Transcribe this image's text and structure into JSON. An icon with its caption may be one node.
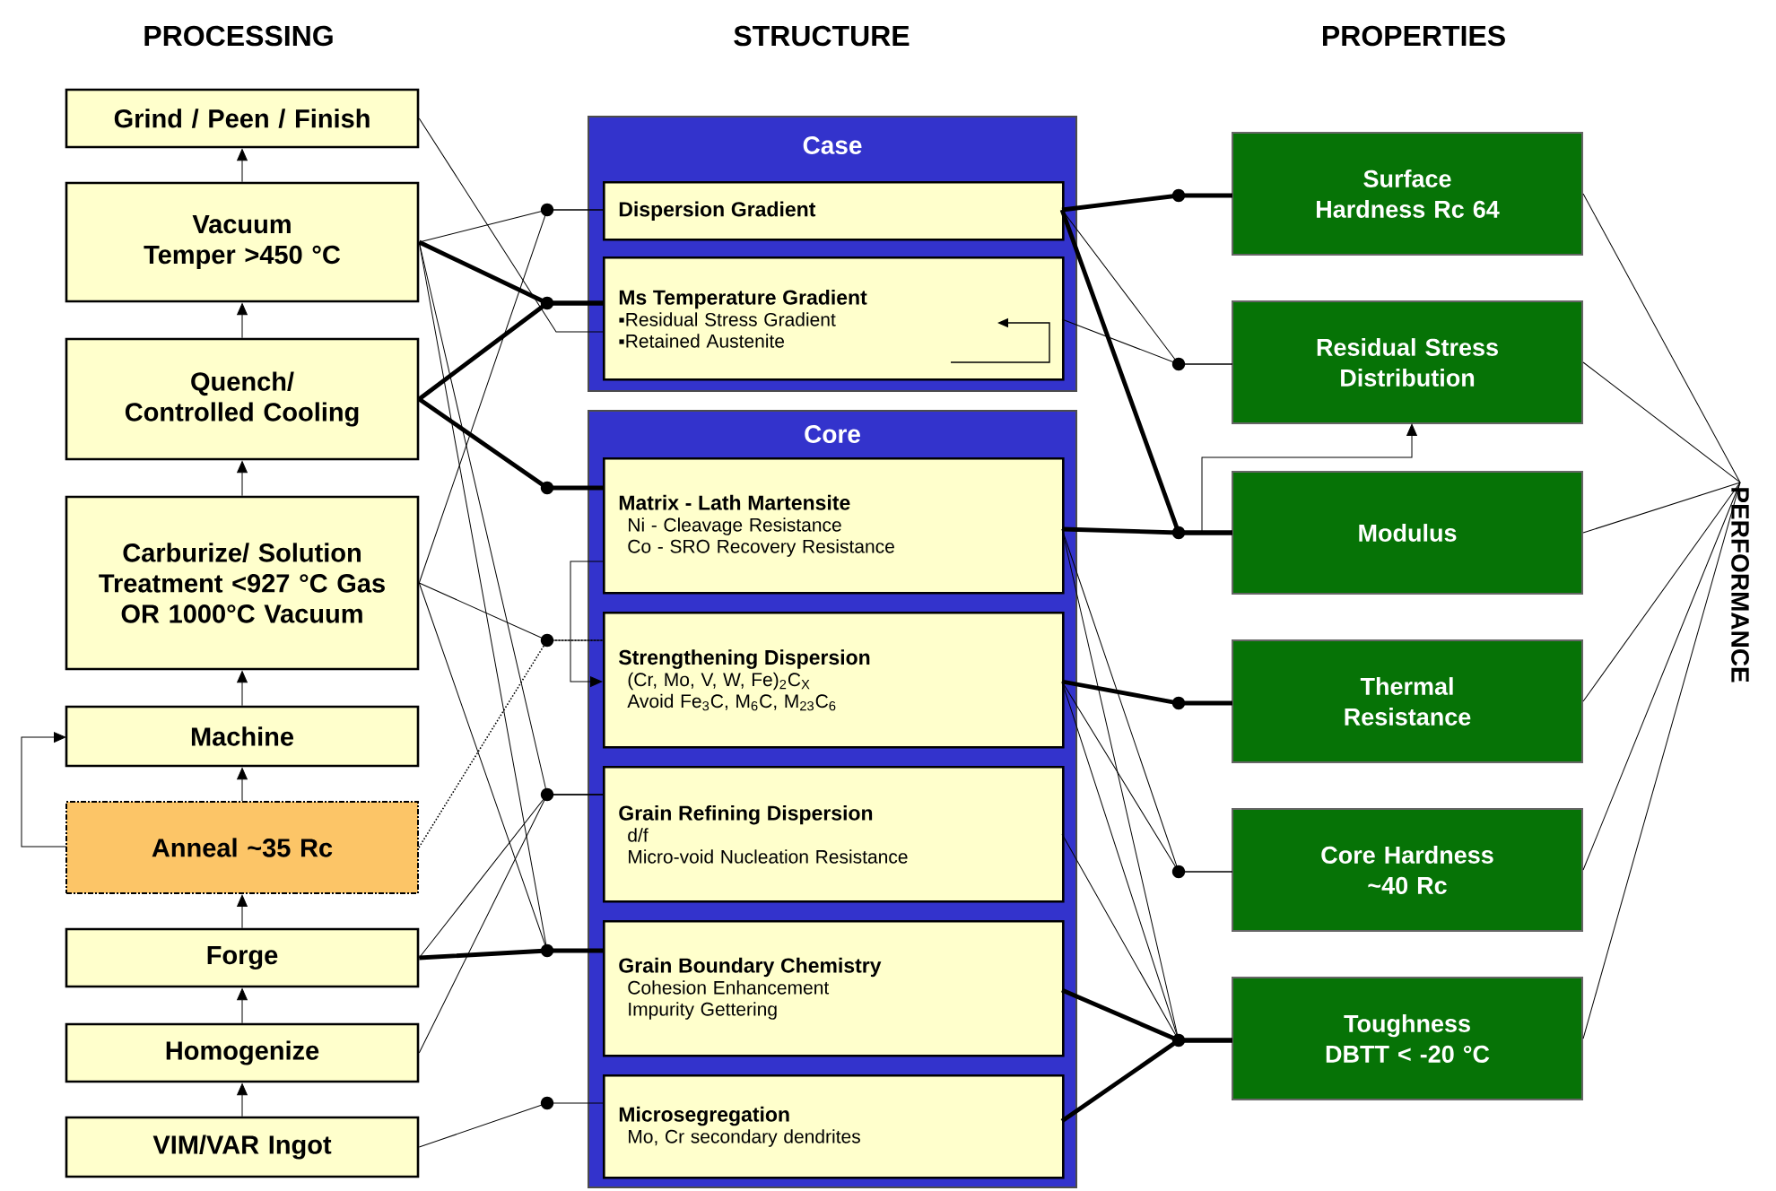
{
  "diagram": {
    "nodes": [
      {
        "text": [
          "Grind / Peen / Finish"
        ]
      },
      {
        "text": [
          "Vacuum Temper >450 °C"
        ]
      },
      {
        "text": [
          "Quench/ Controlled Cooling"
        ]
      },
      {
        "text": [
          "Carburize/ Solution Treatment <927 °C Gas OR 1000°C Vacuum"
        ]
      },
      {
        "text": [
          "Machine"
        ]
      },
      {
        "text": [
          "Anneal ~35 Rc"
        ]
      },
      {
        "text": [
          "Forge"
        ]
      },
      {
        "text": [
          "Homogenize"
        ]
      },
      {
        "text": [
          "VIM/VAR Ingot"
        ]
      },
      {
        "text": [
          "Case"
        ]
      },
      {
        "text": [
          "Dispersion Gradient"
        ],
        "in": 9
      },
      {
        "text": [
          "Ms Temperature Gradient",
          "▪Residual Stress Gradient",
          "▪Retained Austenite"
        ],
        "in": 9
      },
      {
        "text": [
          "Core"
        ]
      },
      {
        "text": [
          "Matrix - Lath Martensite",
          "Ni - Cleavage Resistance",
          "Co - SRO Recovery Resistance"
        ],
        "in": 12
      },
      {
        "text": [
          "Strengthening Dispersion",
          "(Cr, Mo, V, W, Fe)$_{2}$C$_{X}$",
          "Avoid Fe$_{3}$C, M$_{6}$C, M$_{23}$C$_{6}$"
        ],
        "in": 12
      },
      {
        "text": [
          "Grain Refining Dispersion",
          "d/f",
          "Micro-void Nucleation Resistance"
        ],
        "in": 12
      },
      {
        "text": [
          "Grain Boundary Chemistry",
          "Cohesion Enhancement",
          "Impurity Gettering"
        ],
        "in": 12
      },
      {
        "text": [
          "Microsegregation",
          "Mo, Cr secondary dendrites"
        ],
        "in": 12
      },
      {
        "text": [
          "Surface Hardness Rc 64"
        ]
      },
      {
        "text": [
          "Residual Stress Distribution"
        ]
      },
      {
        "text": [
          "Modulus"
        ]
      },
      {
        "text": [
          "Thermal Resistance"
        ]
      },
      {
        "text": [
          "Core Hardness ~40 Rc"
        ]
      },
      {
        "text": [
          "Toughness DBTT < -20 °C"
        ]
      },
      {
        "text": [
          "PERFORMANCE"
        ]
      }
    ],
    "edges": [
      {
        "from": 8,
        "to": 7,
        "arrow": "to"
      },
      {
        "from": 7,
        "to": 6,
        "arrow": "to"
      },
      {
        "from": 6,
        "to": 5,
        "arrow": "to"
      },
      {
        "from": 5,
        "to": 4,
        "arrow": "to"
      },
      {
        "from": 4,
        "to": 3,
        "arrow": "to"
      },
      {
        "from": 3,
        "to": 2,
        "arrow": "to"
      },
      {
        "from": 2,
        "to": 1,
        "arrow": "to"
      },
      {
        "from": 1,
        "to": 0,
        "arrow": "to"
      },
      {
        "from": 5,
        "to": 4,
        "arrow": "to"
      },
      {
        "from": 0,
        "to": 11,
        "arrow": "none"
      },
      {
        "from": 1,
        "to": 10,
        "arrow": "none"
      },
      {
        "from": 1,
        "to": 11,
        "arrow": "none",
        "style": "thick"
      },
      {
        "from": 1,
        "to": 15,
        "arrow": "none"
      },
      {
        "from": 1,
        "to": 16,
        "arrow": "none"
      },
      {
        "from": 2,
        "to": 11,
        "arrow": "none",
        "style": "thick"
      },
      {
        "from": 2,
        "to": 13,
        "arrow": "none",
        "style": "thick"
      },
      {
        "from": 3,
        "to": 10,
        "arrow": "none"
      },
      {
        "from": 3,
        "to": 14,
        "arrow": "none"
      },
      {
        "from": 3,
        "to": 16,
        "arrow": "none"
      },
      {
        "from": 5,
        "to": 14,
        "arrow": "none",
        "style": "dashed"
      },
      {
        "from": 6,
        "to": 15,
        "arrow": "none"
      },
      {
        "from": 6,
        "to": 16,
        "arrow": "none",
        "style": "thick"
      },
      {
        "from": 7,
        "to": 15,
        "arrow": "none"
      },
      {
        "from": 8,
        "to": 17,
        "arrow": "none"
      },
      {
        "from": 13,
        "to": 14,
        "arrow": "to"
      },
      {
        "from": 10,
        "to": 18,
        "arrow": "none",
        "style": "thick"
      },
      {
        "from": 10,
        "to": 19,
        "arrow": "none"
      },
      {
        "from": 10,
        "to": 20,
        "arrow": "none",
        "style": "thick"
      },
      {
        "from": 11,
        "to": 19,
        "arrow": "none"
      },
      {
        "from": 13,
        "to": 20,
        "arrow": "none",
        "style": "thick"
      },
      {
        "from": 13,
        "to": 22,
        "arrow": "none"
      },
      {
        "from": 13,
        "to": 23,
        "arrow": "none"
      },
      {
        "from": 14,
        "to": 21,
        "arrow": "none",
        "style": "thick"
      },
      {
        "from": 14,
        "to": 22,
        "arrow": "none"
      },
      {
        "from": 14,
        "to": 23,
        "arrow": "none"
      },
      {
        "from": 15,
        "to": 23,
        "arrow": "none"
      },
      {
        "from": 16,
        "to": 23,
        "arrow": "none",
        "style": "thick"
      },
      {
        "from": 17,
        "to": 23,
        "arrow": "none",
        "style": "thick"
      },
      {
        "from": 20,
        "to": 19,
        "arrow": "to"
      },
      {
        "from": 18,
        "to": 24,
        "arrow": "none"
      },
      {
        "from": 19,
        "to": 24,
        "arrow": "none"
      },
      {
        "from": 20,
        "to": 24,
        "arrow": "none"
      },
      {
        "from": 21,
        "to": 24,
        "arrow": "none"
      },
      {
        "from": 22,
        "to": 24,
        "arrow": "none"
      },
      {
        "from": 23,
        "to": 24,
        "arrow": "none"
      }
    ],
    "labels": [
      "PROCESSING",
      "STRUCTURE",
      "PROPERTIES"
    ]
  }
}
